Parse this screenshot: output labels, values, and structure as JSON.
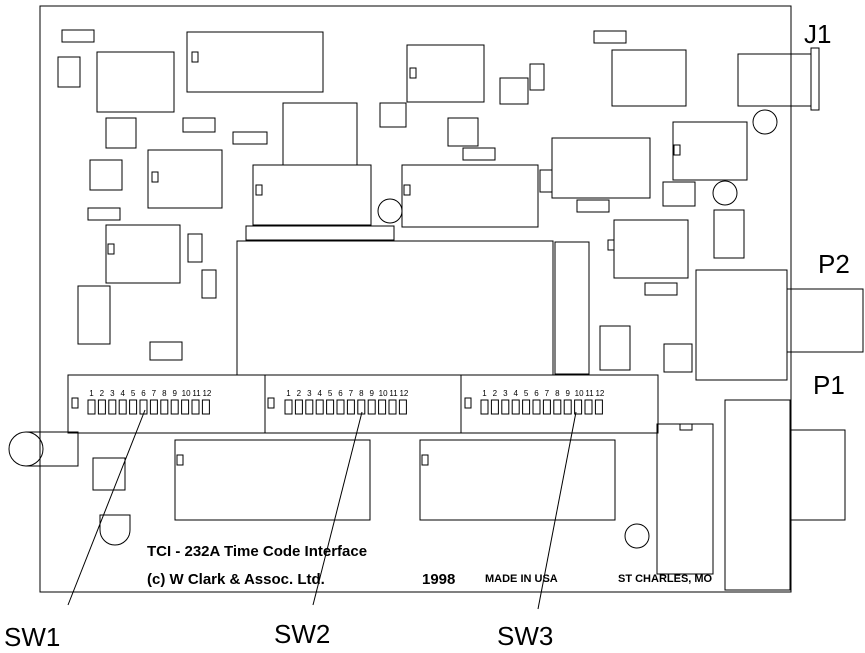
{
  "board": {
    "title": "TCI - 232A   Time Code Interface",
    "copyright": "(c) W Clark & Assoc. Ltd.",
    "year": "1998",
    "made_in": "MADE IN USA",
    "location": "ST CHARLES,  MO"
  },
  "connectors": {
    "j1": "J1",
    "p1": "P1",
    "p2": "P2"
  },
  "switches": [
    {
      "label": "SW1",
      "positions": [
        "1",
        "2",
        "3",
        "4",
        "5",
        "6",
        "7",
        "8",
        "9",
        "10",
        "11",
        "12"
      ]
    },
    {
      "label": "SW2",
      "positions": [
        "1",
        "2",
        "3",
        "4",
        "5",
        "6",
        "7",
        "8",
        "9",
        "10",
        "11",
        "12"
      ]
    },
    {
      "label": "SW3",
      "positions": [
        "1",
        "2",
        "3",
        "4",
        "5",
        "6",
        "7",
        "8",
        "9",
        "10",
        "11",
        "12"
      ]
    }
  ]
}
